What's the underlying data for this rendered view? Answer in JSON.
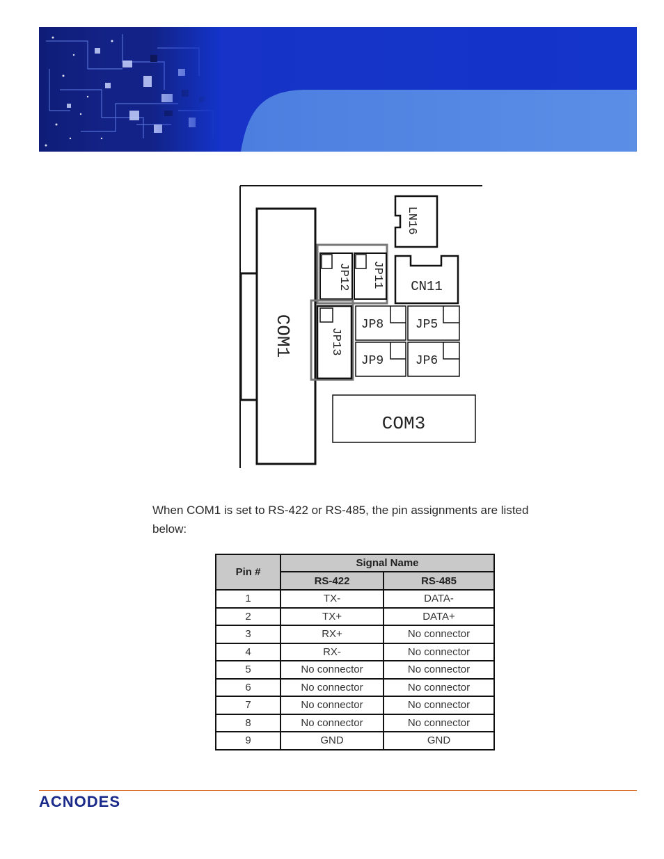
{
  "diagram": {
    "labels": {
      "com1": "COM1",
      "com3": "COM3",
      "cn11": "CN11",
      "ln16": "LN16",
      "jp5": "JP5",
      "jp6": "JP6",
      "jp8": "JP8",
      "jp9": "JP9",
      "jp11": "JP11",
      "jp12": "JP12",
      "jp13": "JP13"
    }
  },
  "paragraph": "When COM1 is set to RS-422 or RS-485, the pin assignments are listed below:",
  "table": {
    "header_pin": "Pin #",
    "header_signal": "Signal Name",
    "header_rs422": "RS-422",
    "header_rs485": "RS-485",
    "rows": [
      {
        "pin": "1",
        "rs422": "TX-",
        "rs485": "DATA-"
      },
      {
        "pin": "2",
        "rs422": "TX+",
        "rs485": "DATA+"
      },
      {
        "pin": "3",
        "rs422": "RX+",
        "rs485": "No connector"
      },
      {
        "pin": "4",
        "rs422": "RX-",
        "rs485": "No connector"
      },
      {
        "pin": "5",
        "rs422": "No connector",
        "rs485": "No connector"
      },
      {
        "pin": "6",
        "rs422": "No connector",
        "rs485": "No connector"
      },
      {
        "pin": "7",
        "rs422": "No connector",
        "rs485": "No connector"
      },
      {
        "pin": "8",
        "rs422": "No connector",
        "rs485": "No connector"
      },
      {
        "pin": "9",
        "rs422": "GND",
        "rs485": "GND"
      }
    ]
  },
  "footer": {
    "logo_text": "ACNODES",
    "accent_color": "#d9732e"
  }
}
